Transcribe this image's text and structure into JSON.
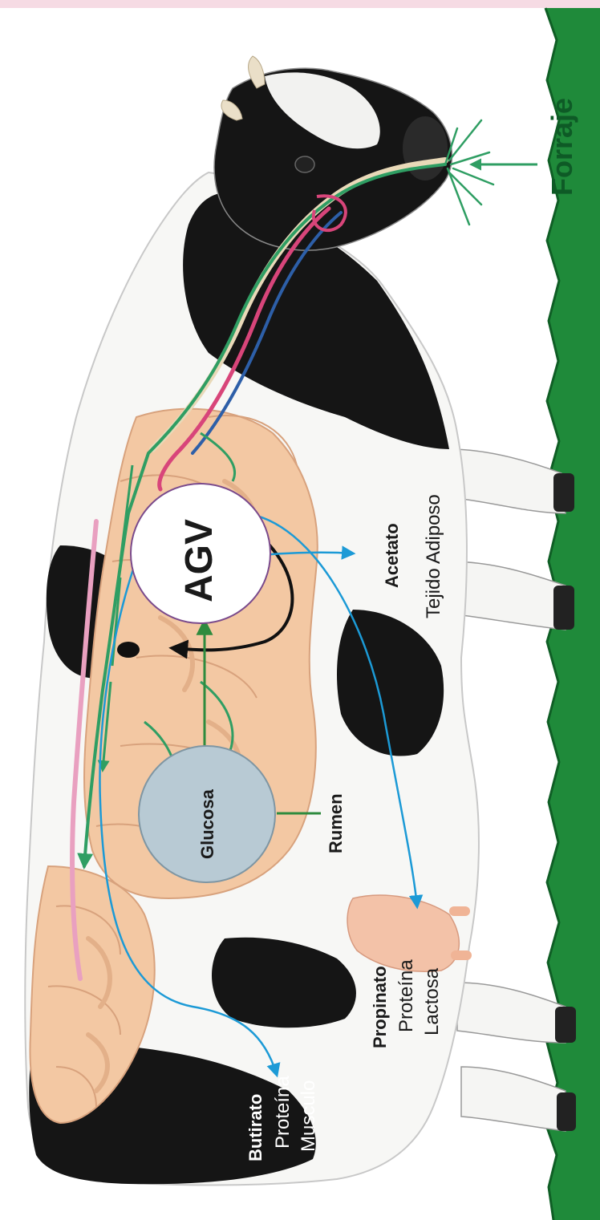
{
  "diagram": {
    "source_label": "Forraje",
    "center_node": "AGV",
    "glucose_node": "Glucosa",
    "rumen_label": "Rumen",
    "products": [
      {
        "name": "Acetato",
        "destination": "Tejido Adiposo"
      },
      {
        "name": "Propinato",
        "destination_lines": [
          "Proteína",
          "Lactosa"
        ]
      },
      {
        "name": "Butirato",
        "destination_lines": [
          "Proteína",
          "Musculo"
        ]
      }
    ]
  },
  "colors": {
    "grass": "#1f8a3a",
    "cow_black": "#151515",
    "cow_white": "#f7f7f5",
    "intestine": "#f3c8a3",
    "tract_green": "#2f9e63",
    "tract_pink": "#d8457a",
    "tract_blue": "#2d5fa8",
    "flow_blue": "#1c9ad6",
    "flow_green": "#2e8b3e",
    "glucose_fill": "#b8cad4"
  }
}
